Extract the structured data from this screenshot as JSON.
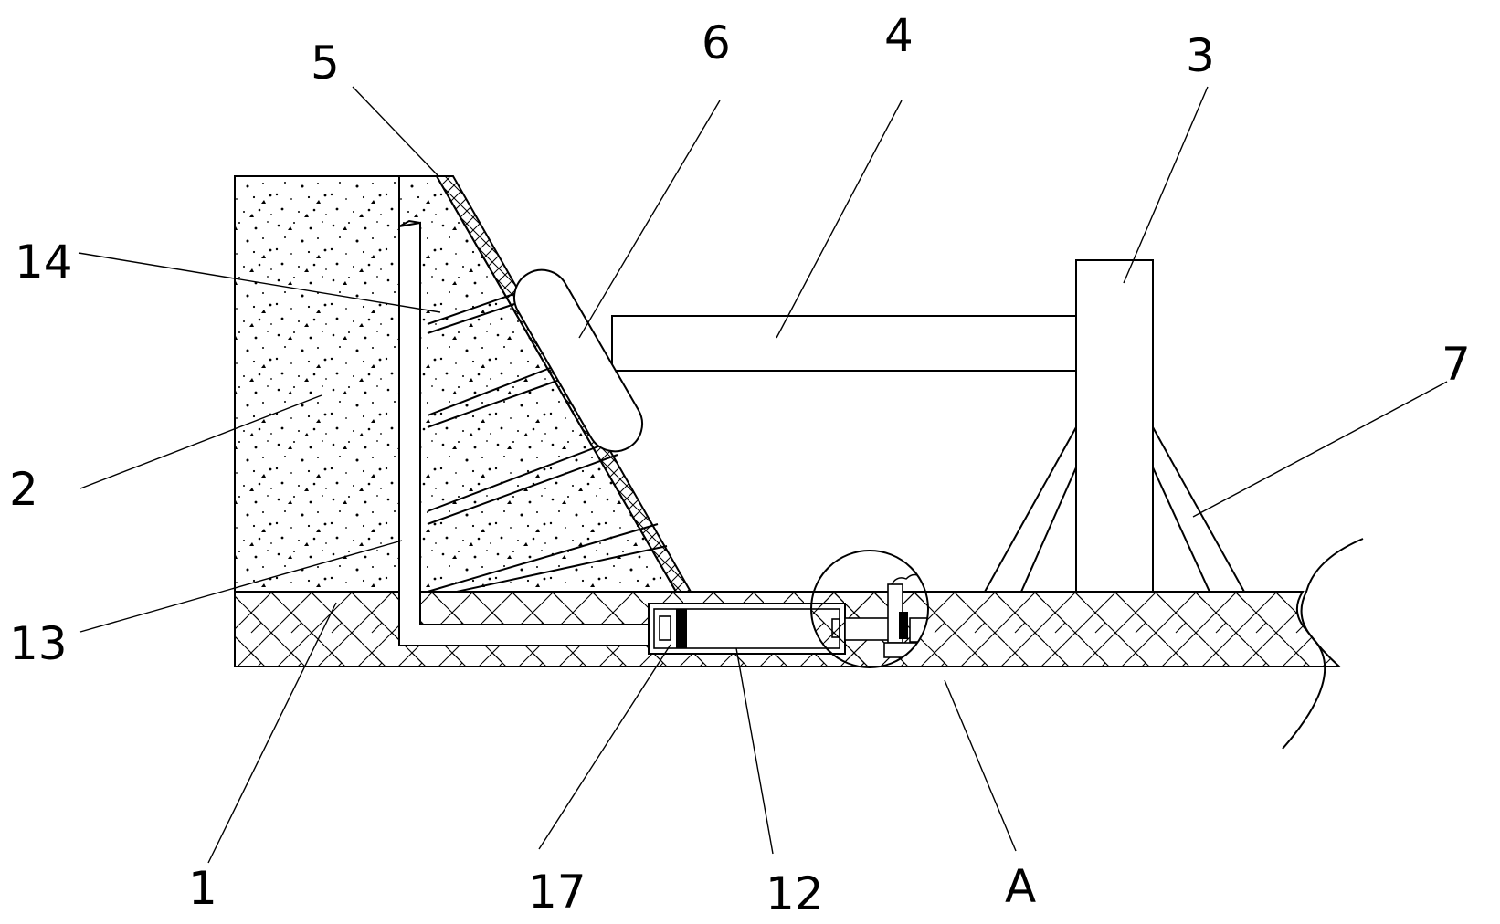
{
  "figure": {
    "type": "patent-cross-section",
    "line_color": "#000000",
    "background": "#ffffff"
  },
  "labels": {
    "l1": "1",
    "l2": "2",
    "l3": "3",
    "l4": "4",
    "l5": "5",
    "l6": "6",
    "l7": "7",
    "l12": "12",
    "l13": "13",
    "l14": "14",
    "l17": "17",
    "lA": "A"
  }
}
